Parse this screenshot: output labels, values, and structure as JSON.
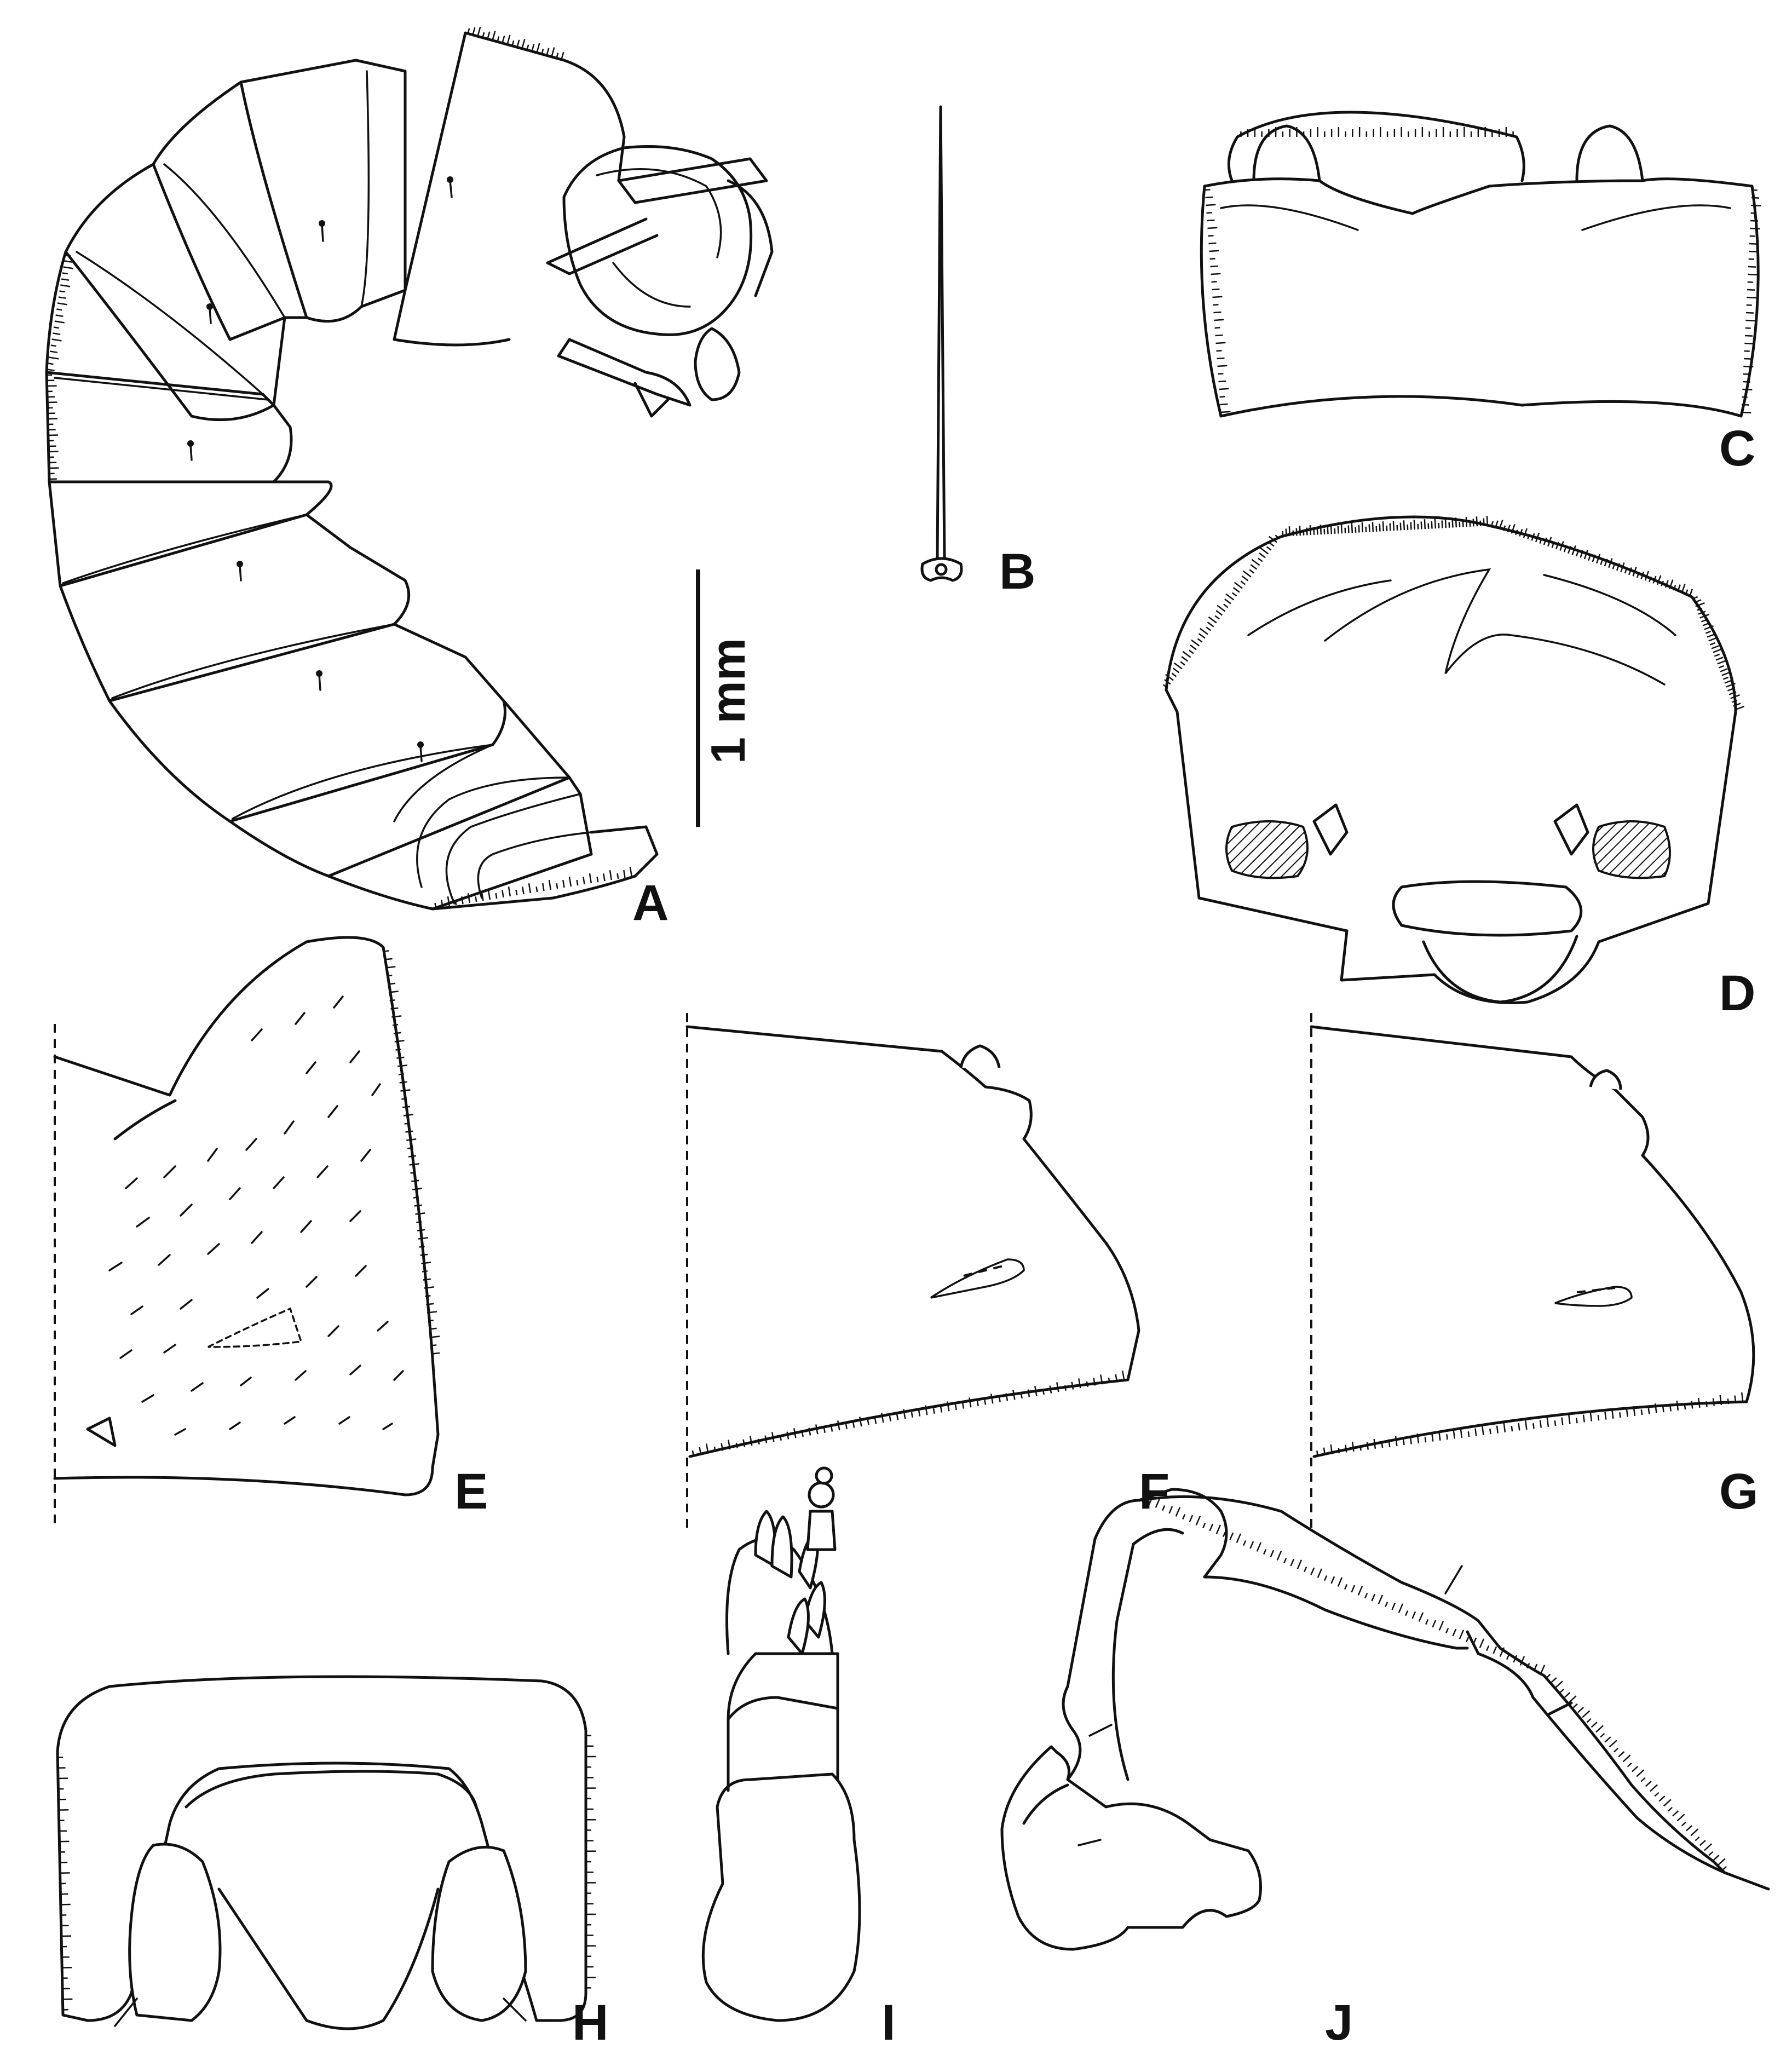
{
  "panels": {
    "A": "A",
    "B": "B",
    "C": "C",
    "D": "D",
    "E": "E",
    "F": "F",
    "G": "G",
    "H": "H",
    "I": "I",
    "J": "J"
  },
  "scale_bar": {
    "label": "1 mm"
  }
}
